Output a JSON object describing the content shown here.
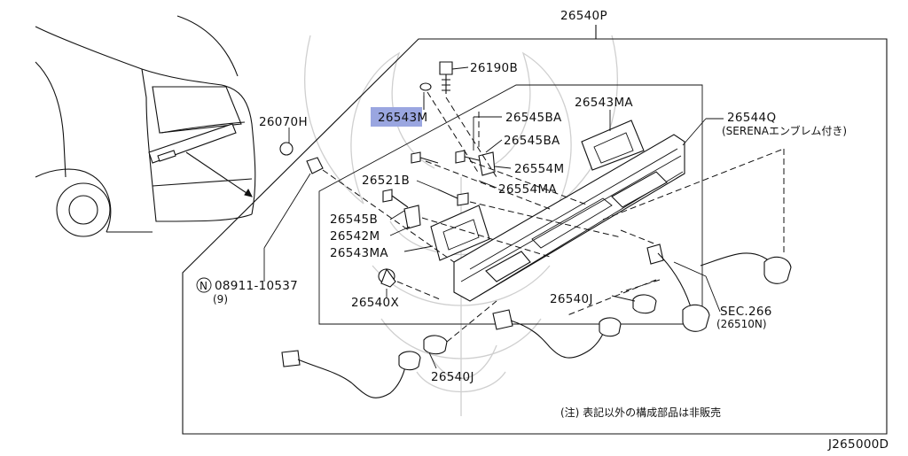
{
  "labels": {
    "p26540P": "26540P",
    "p26190B": "26190B",
    "p26543M": "26543M",
    "p26545BA_1": "26545BA",
    "p26545BA_2": "26545BA",
    "p26543MA_top": "26543MA",
    "p26544Q": "26544Q",
    "p26544Q_note": "(SERENAエンブレム付き)",
    "p26070H": "26070H",
    "p26554M": "26554M",
    "p26554MA": "26554MA",
    "p26521B": "26521B",
    "p26545B": "26545B",
    "p26542M": "26542M",
    "p26543MA_left": "26543MA",
    "p08911": "08911-10537",
    "p08911_qty": "(9)",
    "n_symbol": "N",
    "p26540X": "26540X",
    "p26540J_1": "26540J",
    "p26540J_2": "26540J",
    "sec266": "SEC.266",
    "sec266_sub": "(26510N)"
  },
  "note": "(注) 表記以外の構成部品は非販売",
  "diagram_code": "J265000D",
  "highlight_color": "#9aa6e0"
}
